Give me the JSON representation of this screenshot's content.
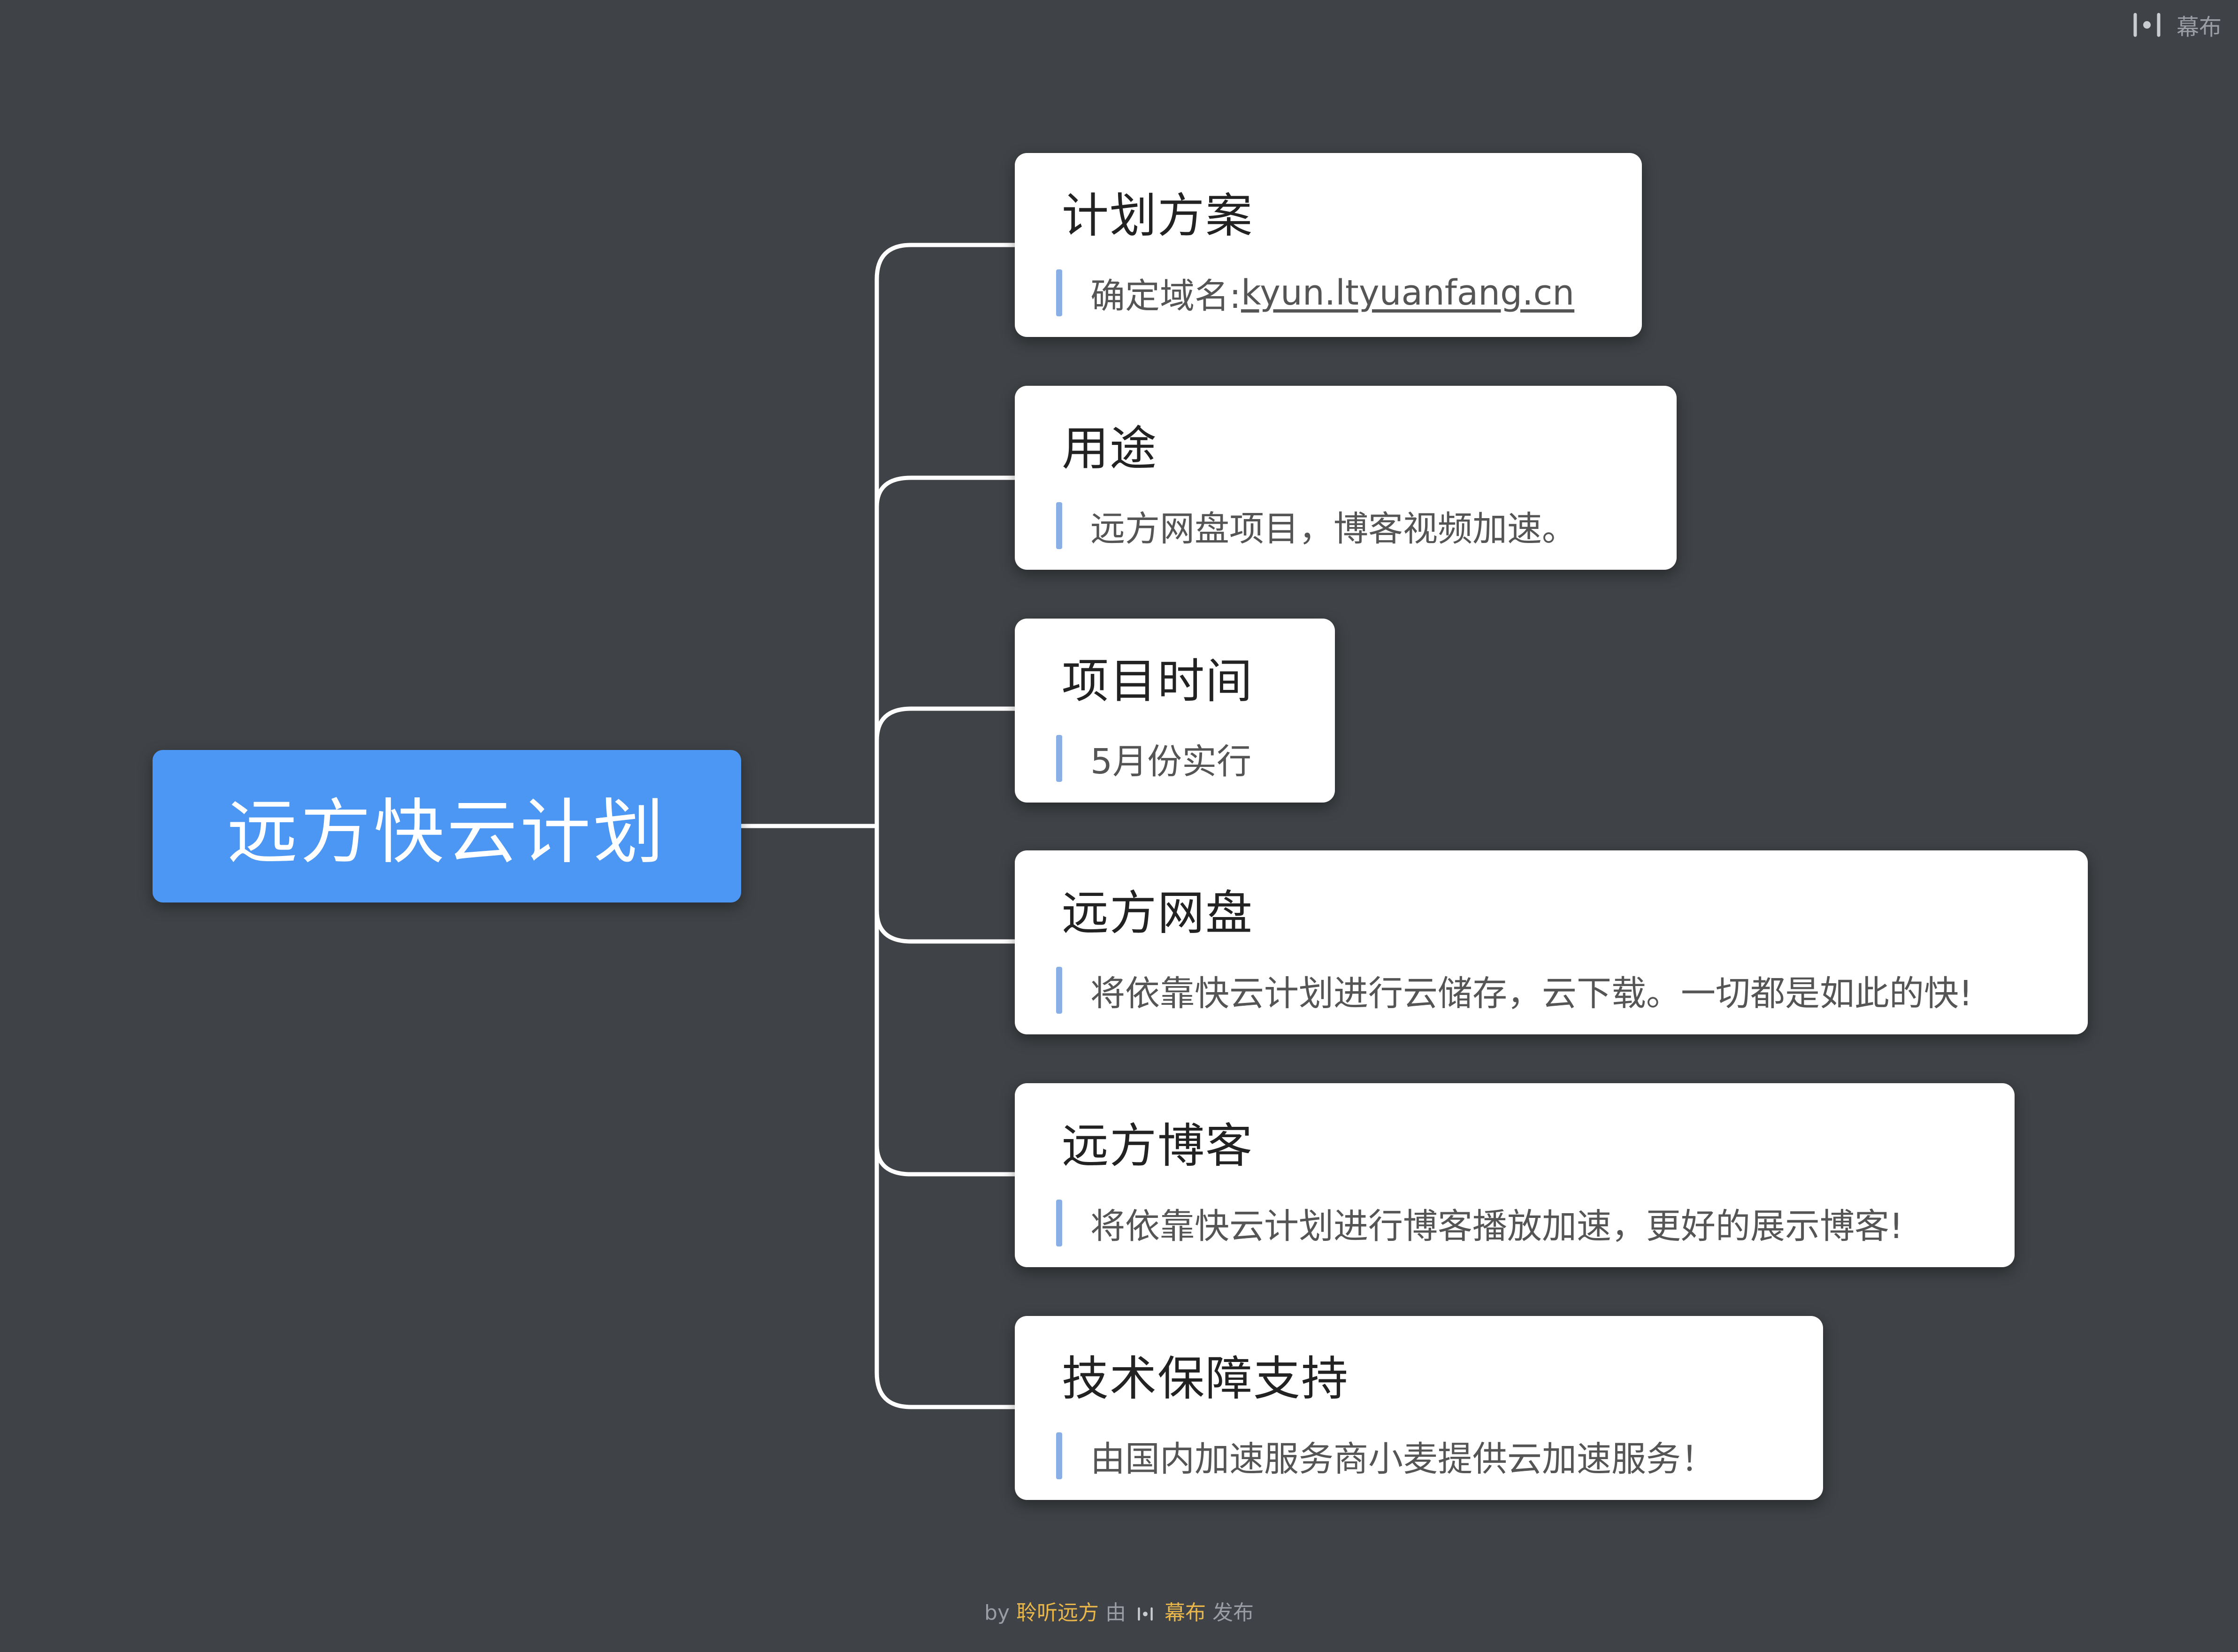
{
  "brand": {
    "name": "幕布",
    "icon": "mubu-logo-icon"
  },
  "root": {
    "label": "远方快云计划"
  },
  "branches": [
    {
      "title": "计划方案",
      "note_prefix": "确定域名:",
      "note_link": "kyun.ltyuanfang.cn"
    },
    {
      "title": "用途",
      "note": "远方网盘项目，博客视频加速。"
    },
    {
      "title": "项目时间",
      "note": "5月份实行"
    },
    {
      "title": "远方网盘",
      "note": "将依靠快云计划进行云储存，云下载。一切都是如此的快!"
    },
    {
      "title": "远方博客",
      "note": "将依靠快云计划进行博客播放加速，更好的展示博客!"
    },
    {
      "title": "技术保障支持",
      "note": "由国内加速服务商小麦提供云加速服务！"
    }
  ],
  "footer": {
    "by": "by",
    "author": "聆听远方",
    "via": "由",
    "platform": "幕布",
    "action": "发布"
  },
  "colors": {
    "background": "#3f4246",
    "root_fill": "#4b97f3",
    "note_bar": "#8aaee6",
    "connector": "#ffffff",
    "footer_highlight": "#e8b64a"
  }
}
